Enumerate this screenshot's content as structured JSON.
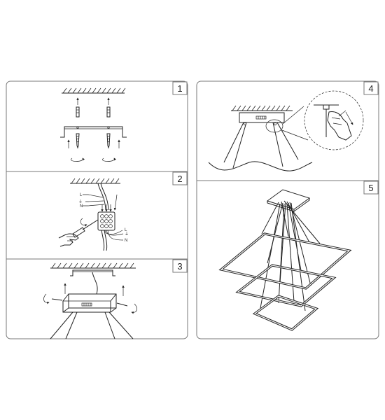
{
  "steps": [
    {
      "number": "1"
    },
    {
      "number": "2"
    },
    {
      "number": "3"
    },
    {
      "number": "4"
    },
    {
      "number": "5"
    }
  ],
  "wire_labels": {
    "live": "L",
    "neutral": "N",
    "earth_symbol": "⏚"
  },
  "colors": {
    "line": "#222222",
    "panel_border": "#7a7a7a",
    "background": "#ffffff"
  }
}
